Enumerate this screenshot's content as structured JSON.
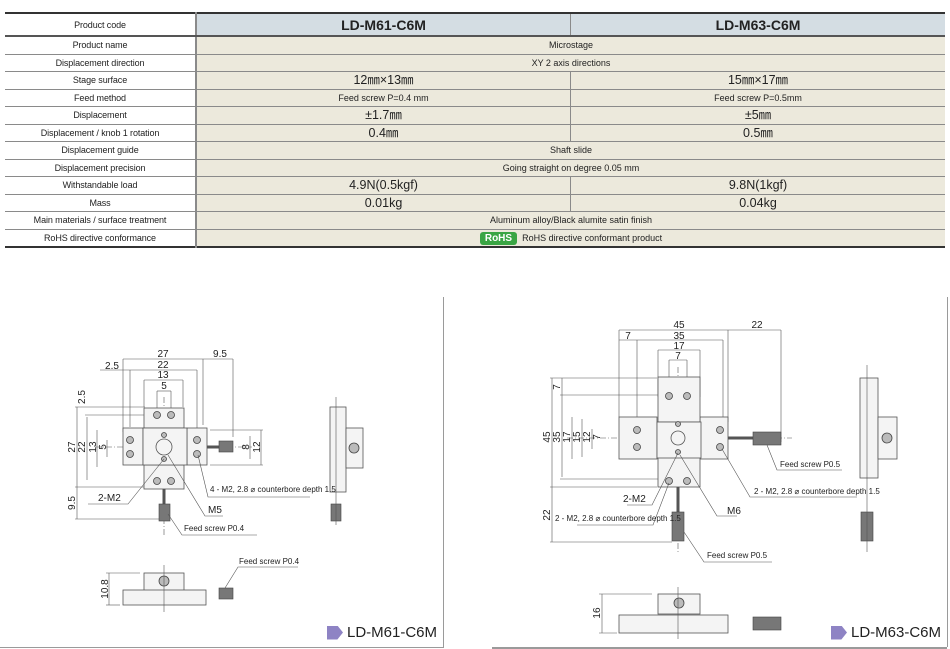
{
  "table": {
    "header": {
      "label": "Product code",
      "models": [
        "LD-M61-C6M",
        "LD-M63-C6M"
      ]
    },
    "rows": [
      {
        "label": "Product name",
        "shared": "Microstage"
      },
      {
        "label": "Displacement direction",
        "shared": "XY 2 axis directions"
      },
      {
        "label": "Stage surface",
        "values": [
          "12㎜×13㎜",
          "15㎜×17㎜"
        ]
      },
      {
        "label": "Feed method",
        "values": [
          "Feed screw P=0.4 mm",
          "Feed screw P=0.5mm"
        ]
      },
      {
        "label": "Displacement",
        "values": [
          "±1.7㎜",
          "±5㎜"
        ]
      },
      {
        "label": "Displacement / knob 1 rotation",
        "values": [
          "0.4㎜",
          "0.5㎜"
        ]
      },
      {
        "label": "Displacement guide",
        "shared": "Shaft slide"
      },
      {
        "label": "Displacement precision",
        "shared": "Going straight on degree 0.05 mm"
      },
      {
        "label": "Withstandable load",
        "values": [
          "4.9N(0.5kgf)",
          "9.8N(1kgf)"
        ]
      },
      {
        "label": "Mass",
        "values": [
          "0.01kg",
          "0.04kg"
        ]
      },
      {
        "label": "Main materials / surface treatment",
        "shared": "Aluminum alloy/Black alumite satin finish"
      },
      {
        "label": "RoHS directive conformance",
        "badge": "RoHS",
        "shared": "RoHS directive conformant product"
      }
    ]
  },
  "colors": {
    "rohs_badge": "#3aa544",
    "header_cell": "#d4dde3",
    "value_cell": "#ece9dc",
    "tag_arrow": "#8e83c4"
  },
  "drawings": [
    {
      "model": "LD-M61-C6M",
      "dims_top": [
        "27",
        "22",
        "13",
        "5",
        "2.5",
        "9.5"
      ],
      "dims_left": [
        "2.5",
        "27",
        "22",
        "13",
        "5",
        "9.5"
      ],
      "dims_right": [
        "8",
        "12"
      ],
      "dim_side": "10.8",
      "notes": {
        "counterbore": "4 - M2, 2.8 ⌀ counterbore depth 1.5",
        "m2": "2-M2",
        "center": "M5",
        "feed_screw_1": "Feed screw P0.4",
        "feed_screw_2": "Feed screw P0.4"
      }
    },
    {
      "model": "LD-M63-C6M",
      "dims_top": [
        "45",
        "35",
        "17",
        "7",
        "7",
        "22"
      ],
      "dims_left": [
        "7",
        "45",
        "35",
        "17",
        "15",
        "12",
        "7",
        "22"
      ],
      "dim_side": "16",
      "notes": {
        "counterbore_1": "2 - M2, 2.8 ⌀ counterbore depth 1.5",
        "counterbore_2": "2 - M2, 2.8 ⌀ counterbore depth 1.5",
        "m2": "2-M2",
        "center": "M6",
        "feed_screw_1": "Feed screw P0.5",
        "feed_screw_2": "Feed screw P0.5"
      }
    }
  ]
}
